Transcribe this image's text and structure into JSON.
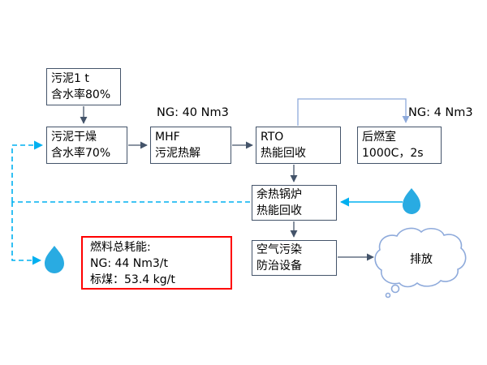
{
  "nodes": {
    "sludge_input": {
      "line1": "污泥1 t",
      "line2": "含水率80%"
    },
    "drying": {
      "line1": "污泥干燥",
      "line2": "含水率70%"
    },
    "mhf": {
      "line1": "MHF",
      "line2": "污泥热解"
    },
    "rto": {
      "line1": "RTO",
      "line2": "热能回收"
    },
    "afterburner": {
      "line1": "后燃室",
      "line2": "1000C，2s"
    },
    "boiler": {
      "line1": "余热锅炉",
      "line2": "热能回收"
    },
    "apc": {
      "line1": "空气污染",
      "line2": "防治设备"
    }
  },
  "annotations": {
    "ng_mhf": "NG: 40 Nm3",
    "ng_afterburner": "NG: 4 Nm3"
  },
  "fuel_summary": {
    "line1": "燃料总耗能:",
    "line2": "NG: 44 Nm3/t",
    "line3": "标煤：53.4 kg/t"
  },
  "emission": {
    "label": "排放"
  },
  "colors": {
    "box_border": "#44546A",
    "flow_arrow": "#44546A",
    "duct_line": "#8EAADB",
    "dashed_line": "#00B0F0",
    "water_drop": "#29ABE2",
    "fuel_box_border": "#FF0000",
    "cloud_border": "#8EAADB",
    "text": "#000000",
    "background": "#FFFFFF"
  }
}
